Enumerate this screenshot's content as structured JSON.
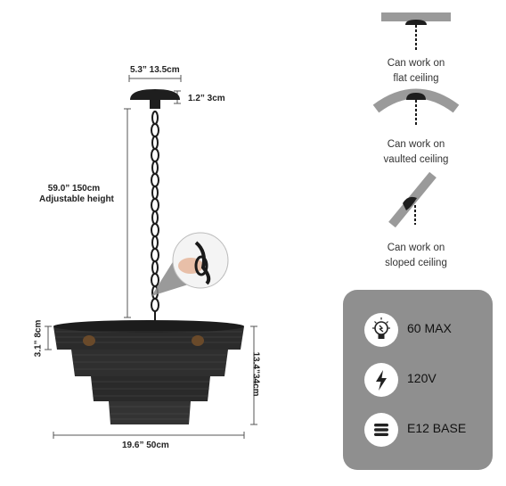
{
  "dimensions": {
    "canopy_width": "5.3” 13.5cm",
    "canopy_height": "1.2” 3cm",
    "chain_length": "59.0” 150cm",
    "chain_note": "Adjustable height",
    "top_tier_height": "3.1” 8cm",
    "fixture_height": "13.4”34cm",
    "fixture_width": "19.6” 50cm"
  },
  "ceilings": [
    {
      "label": "Can work on flat ceiling",
      "line1": "Can work on",
      "line2": "flat ceiling"
    },
    {
      "label": "Can work on vaulted ceiling",
      "line1": "Can work on",
      "line2": "vaulted ceiling"
    },
    {
      "label": "Can work on sloped ceiling",
      "line1": "Can work on",
      "line2": "sloped ceiling"
    }
  ],
  "specs": [
    {
      "label": "60 MAX",
      "icon": "bulb-icon"
    },
    {
      "label": "120V",
      "icon": "lightning-icon"
    },
    {
      "label": "E12 BASE",
      "icon": "base-icon"
    }
  ],
  "colors": {
    "panel": "#8f8f8f",
    "rattan": "#2b2b2b",
    "ceiling_gray": "#9a9a9a"
  }
}
